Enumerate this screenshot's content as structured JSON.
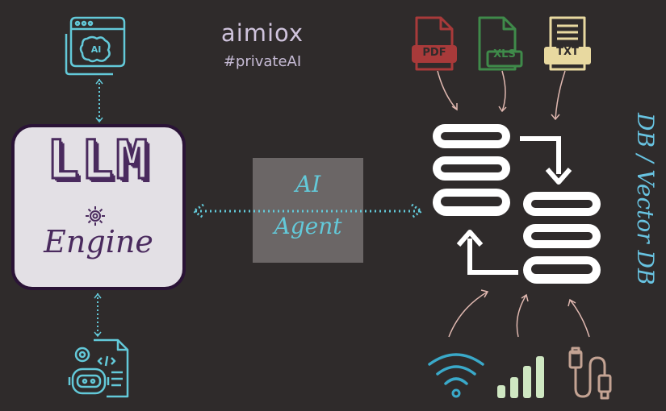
{
  "brand": {
    "name": "aimiox",
    "tag": "#privateAI"
  },
  "llm_engine": {
    "title": "LLM",
    "subtitle": "Engine"
  },
  "agent": {
    "line1": "AI",
    "line2": "Agent"
  },
  "files": {
    "pdf": "PDF",
    "xls": "XLS",
    "txt": "TXT"
  },
  "database": {
    "label": "DB / Vector DB"
  },
  "icons": {
    "top": "browser-ai-brain-icon",
    "bottom": "robot-code-icon",
    "llm": "gear-icon",
    "sources": [
      "wifi-icon",
      "signal-bars-icon",
      "usb-cable-icon"
    ],
    "storage": [
      "database-icon",
      "database-icon"
    ]
  },
  "colors": {
    "background": "#2f2b2b",
    "accent_cyan": "#63c9d9",
    "llm_purple": "#4a2a5e",
    "pdf": "#a83a3a",
    "xls": "#3f8a4a",
    "txt": "#e8d9a0",
    "wifi": "#3aa9c9",
    "signal": "#cfe7c2",
    "usb": "#c4a393"
  }
}
